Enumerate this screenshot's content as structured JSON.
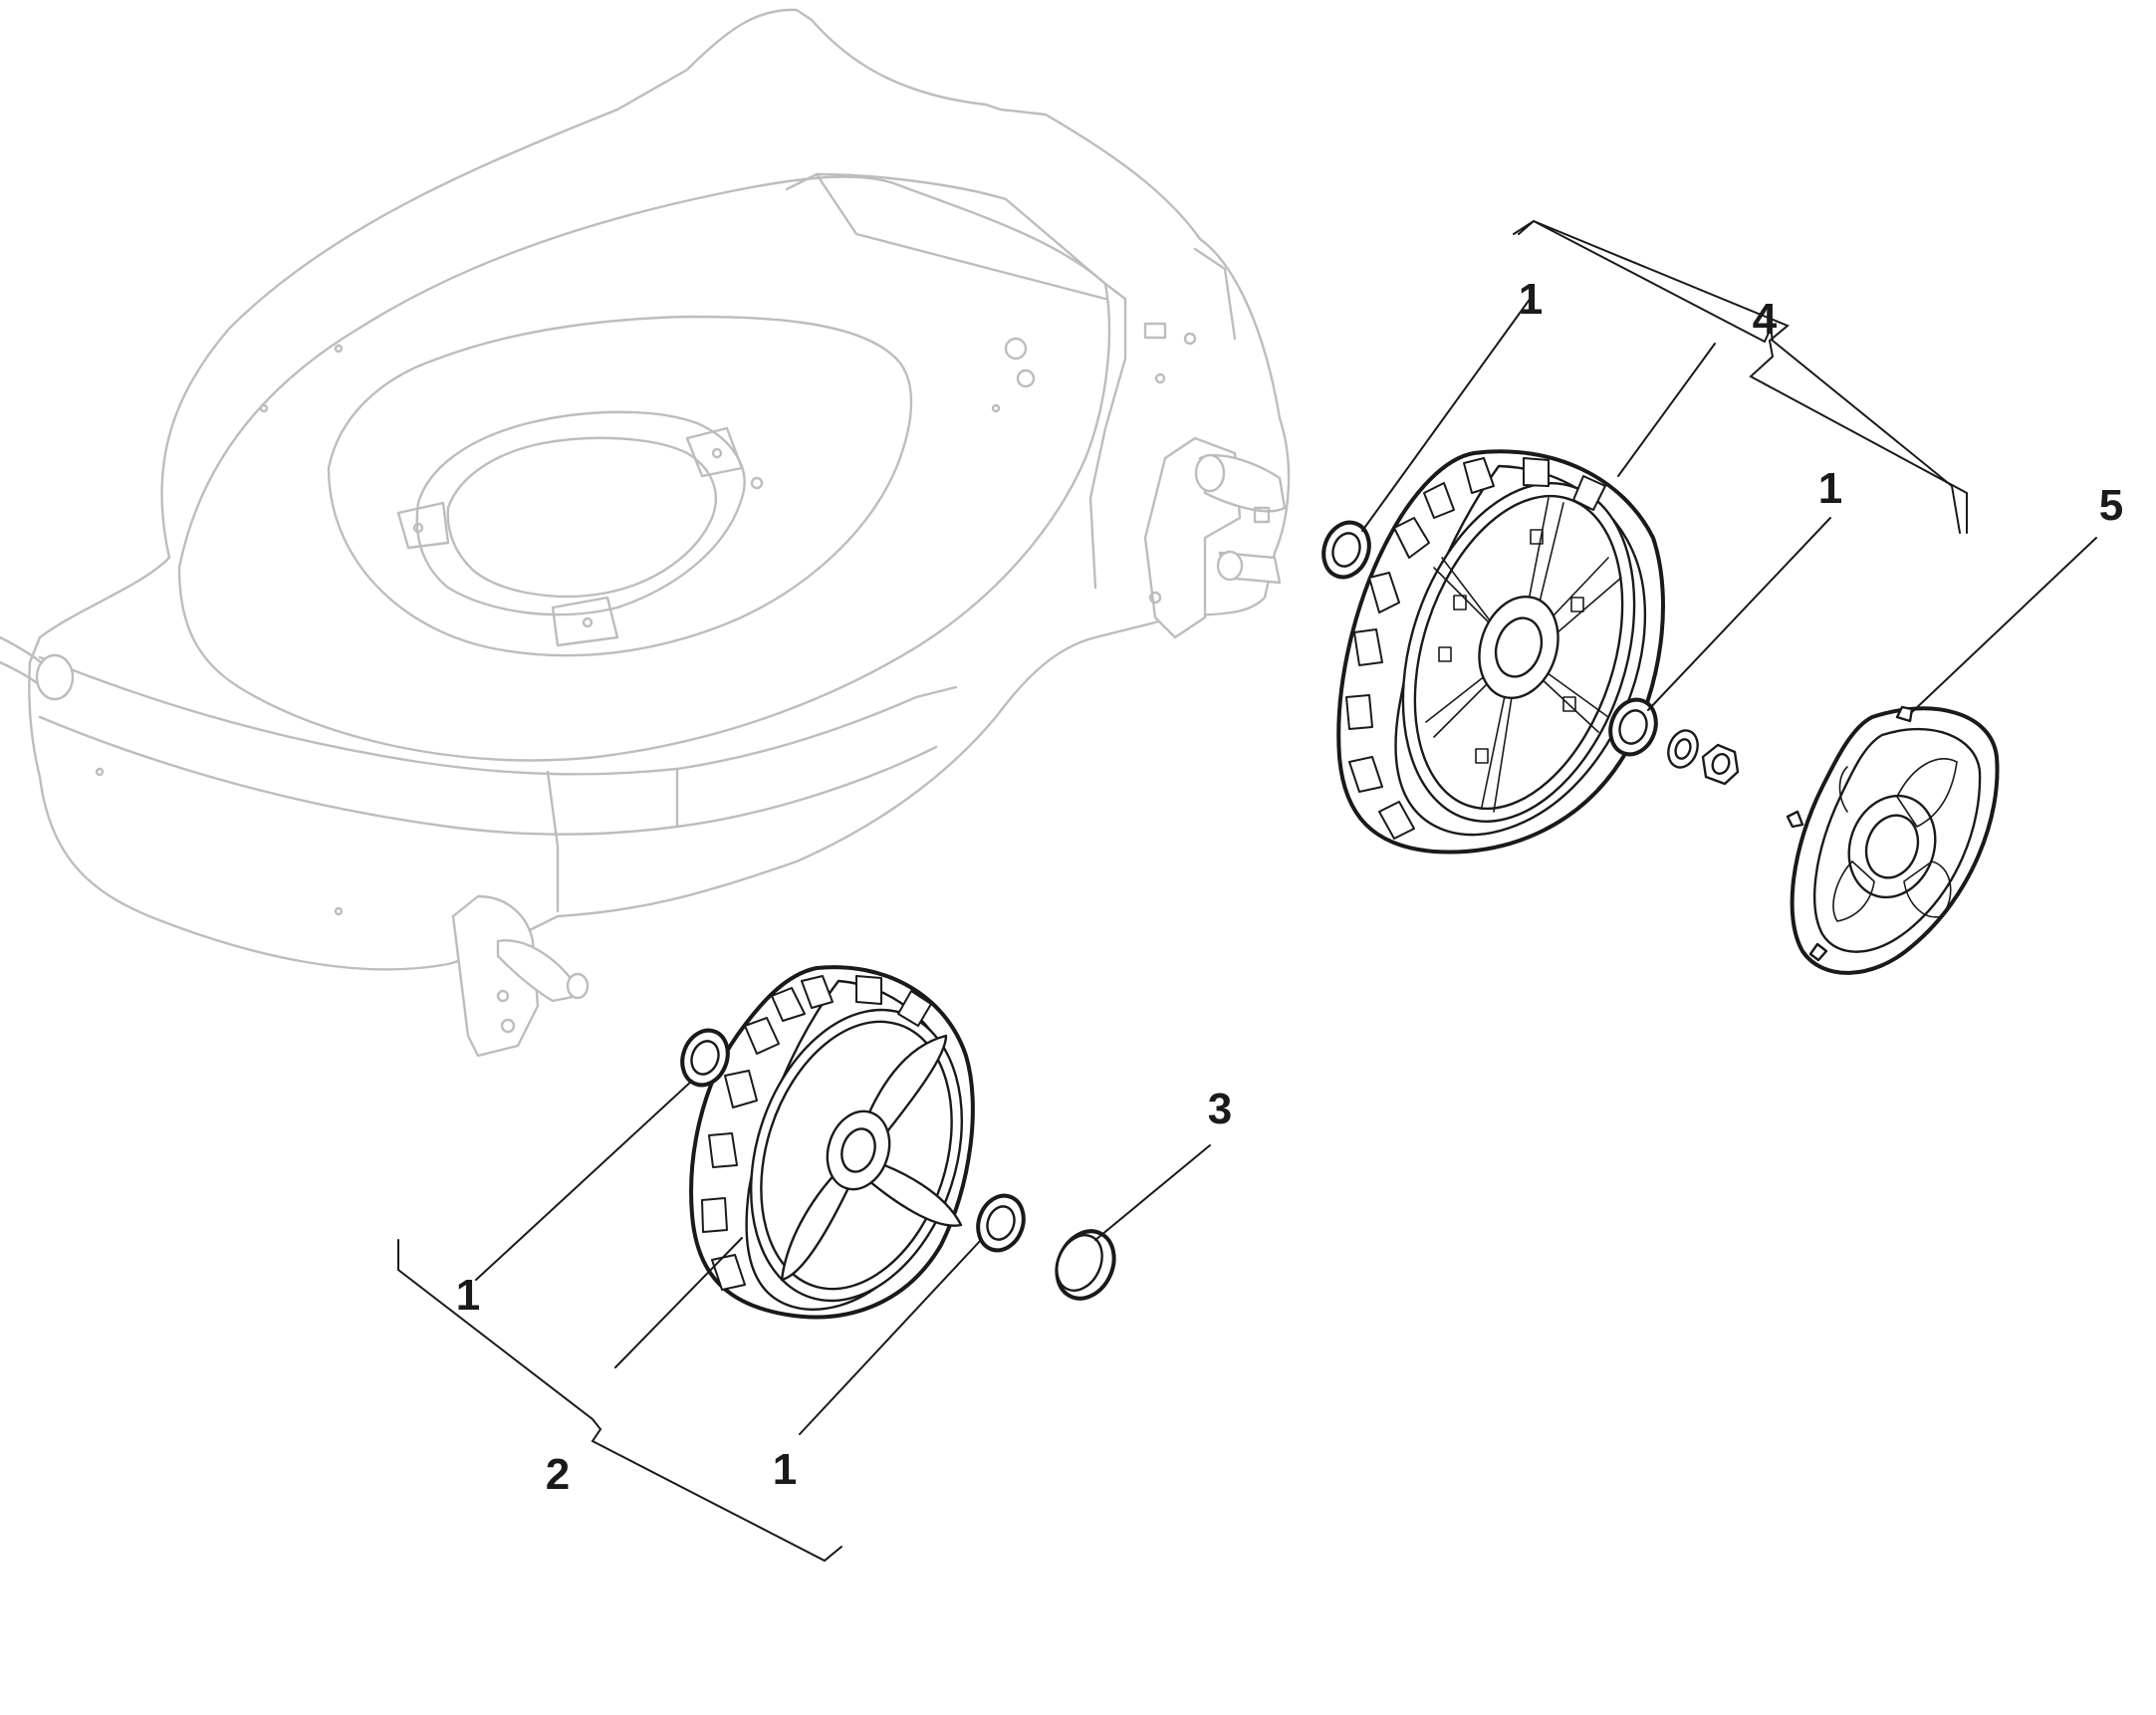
{
  "callouts": {
    "c1a": "1",
    "c1b": "1",
    "c1c": "1",
    "c1d": "1",
    "c2": "2",
    "c3": "3",
    "c4": "4",
    "c5": "5"
  },
  "colors": {
    "ink": "#1a1a1a",
    "deck_outline": "#bdbdbd",
    "background": "#ffffff"
  }
}
